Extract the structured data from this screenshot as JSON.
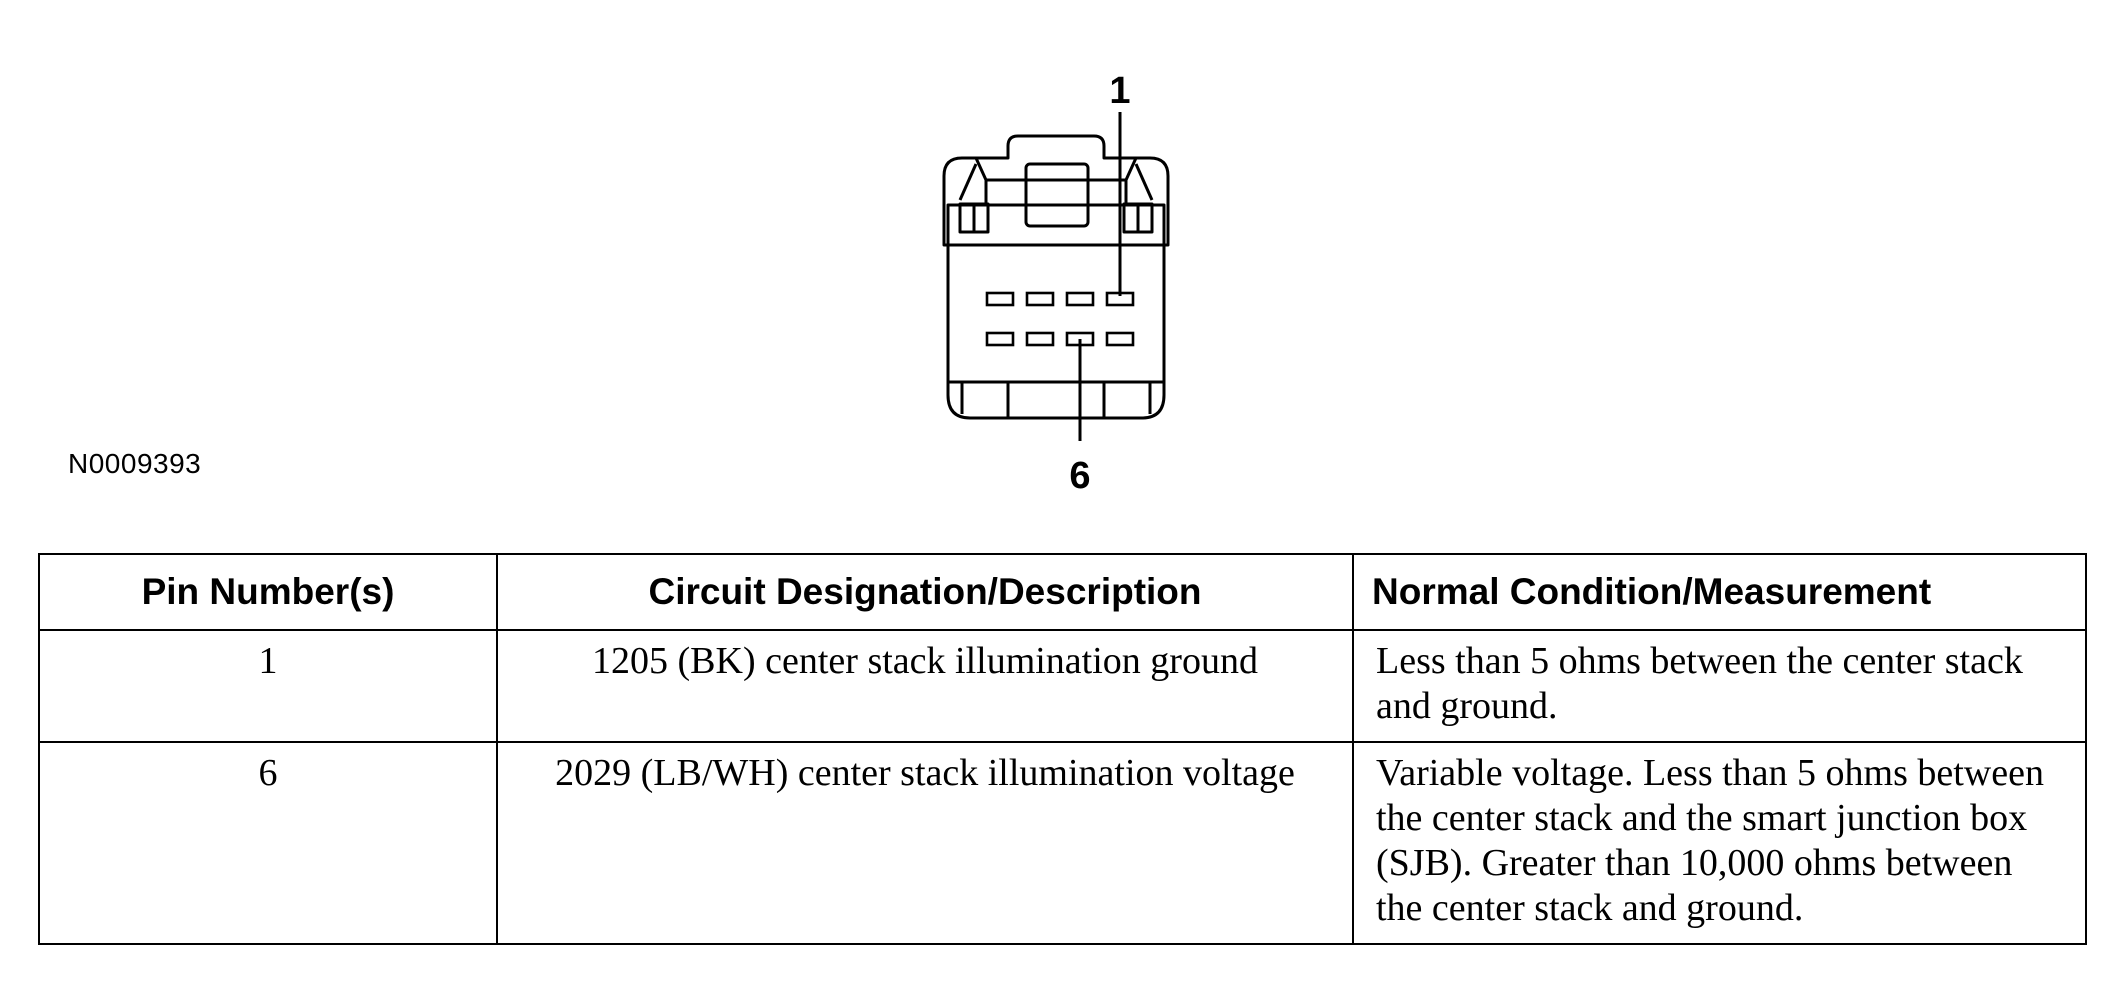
{
  "figure": {
    "id": "N0009393",
    "callouts": {
      "top": "1",
      "bottom": "6"
    }
  },
  "table": {
    "headers": [
      "Pin Number(s)",
      "Circuit Designation/Description",
      "Normal Condition/Measurement"
    ],
    "rows": [
      {
        "pin": "1",
        "circuit": "1205 (BK) center stack illumination ground",
        "condition": "Less than 5 ohms between the center stack and ground."
      },
      {
        "pin": "6",
        "circuit": "2029 (LB/WH) center stack illumination voltage",
        "condition": "Variable voltage. Less than 5 ohms between the center stack and the smart junction box (SJB). Greater than 10,000 ohms between the center stack and ground."
      }
    ]
  }
}
